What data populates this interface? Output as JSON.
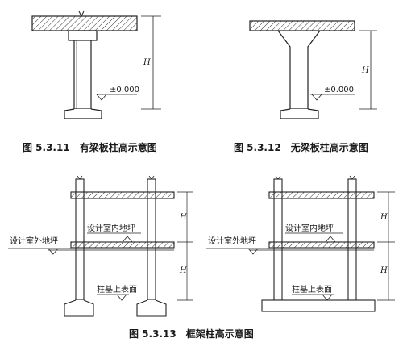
{
  "figures": {
    "fig_5_3_11": {
      "caption": "图 5.3.11　有梁板柱高示意图",
      "level": "±0.000",
      "height_symbol": "H"
    },
    "fig_5_3_12": {
      "caption": "图 5.3.12　无梁板柱高示意图",
      "level": "±0.000",
      "height_symbol": "H"
    },
    "fig_5_3_13": {
      "caption": "图 5.3.13　框架柱高示意图",
      "height_symbol": "H",
      "labels": {
        "outdoor_ground": "设计室外地坪",
        "indoor_ground": "设计室内地坪",
        "footing_top": "柱基上表面"
      }
    }
  }
}
